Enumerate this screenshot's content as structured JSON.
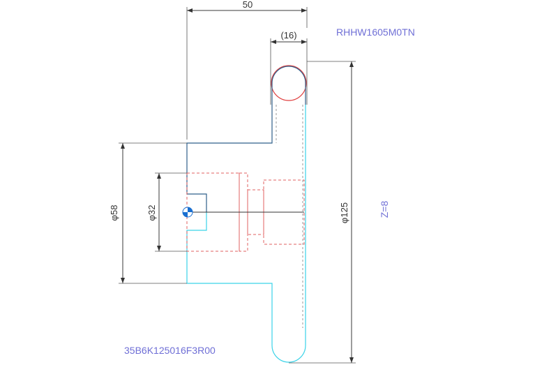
{
  "dimensions": {
    "width_overall": "50",
    "width_ref": "(16)",
    "dia_hub": "φ58",
    "dia_bore": "φ32",
    "dia_pitch": "φ125"
  },
  "notes": {
    "part_code_top": "RHHW1605M0TN",
    "part_code_bottom": "35B6K125016F3R00",
    "teeth": "Z=8"
  },
  "colors": {
    "outline_upper": "#2f5f8a",
    "outline_lower": "#3ad3e8",
    "hidden": "#e06060",
    "note": "#6f6fd6"
  },
  "icons": {
    "origin": "origin-marker-icon"
  }
}
